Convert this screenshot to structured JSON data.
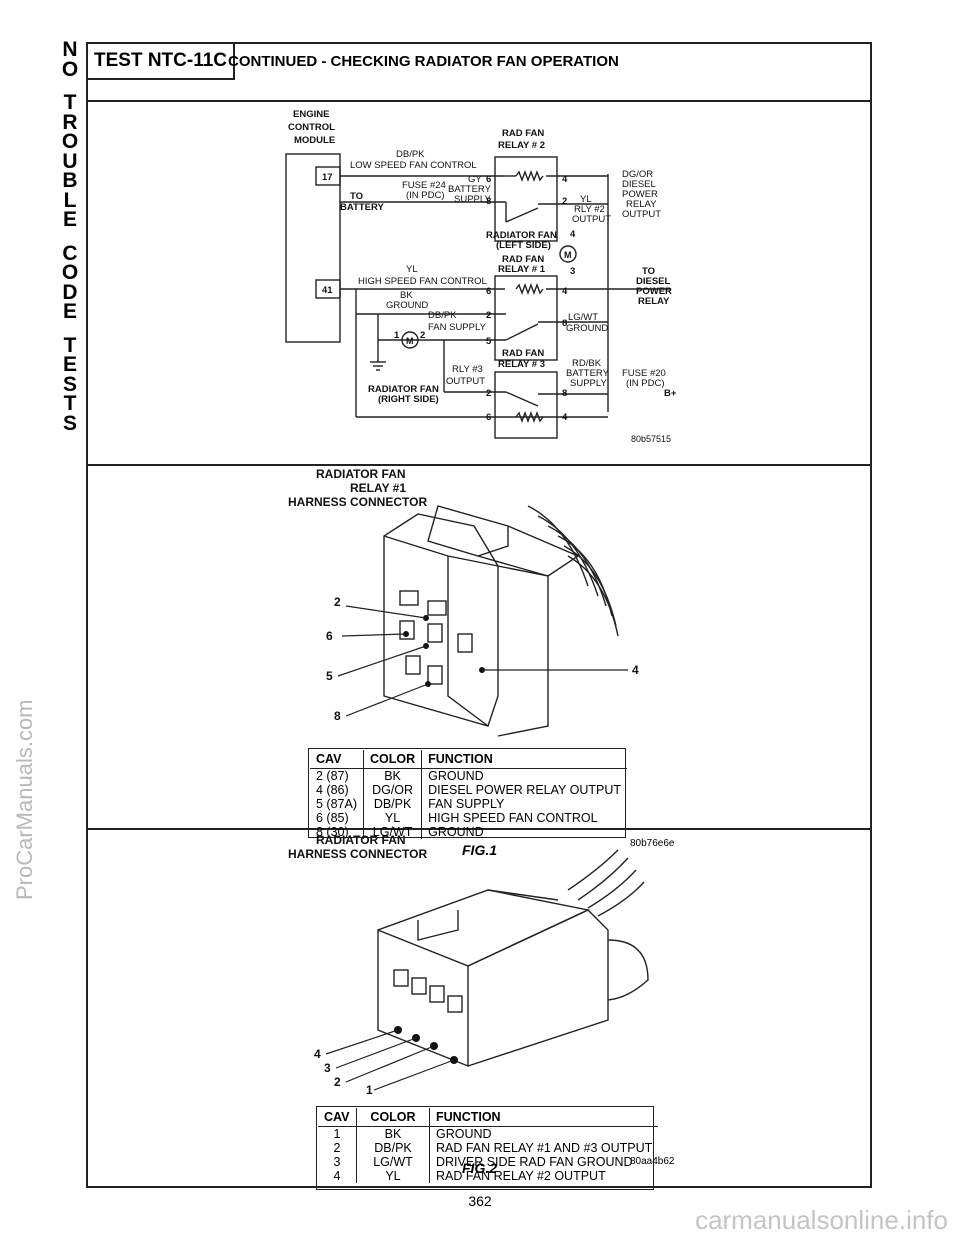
{
  "side_tab": {
    "letters": [
      "N",
      "O",
      "",
      "T",
      "R",
      "O",
      "U",
      "B",
      "L",
      "E",
      "",
      "C",
      "O",
      "D",
      "E",
      "",
      "T",
      "E",
      "S",
      "T",
      "S"
    ]
  },
  "watermarks": {
    "left": "ProCarManuals.com",
    "bottom": "carmanualsonline.info"
  },
  "header": {
    "test_id": "TEST NTC-11C",
    "title": "CONTINUED - CHECKING RADIATOR FAN OPERATION"
  },
  "schematic": {
    "ecm_label": [
      "ENGINE",
      "CONTROL",
      "MODULE"
    ],
    "pin17": "17",
    "pin41": "41",
    "relay2_title": [
      "RAD FAN",
      "RELAY # 2"
    ],
    "relay1_title": [
      "RAD FAN",
      "RELAY # 1"
    ],
    "relay3_title": [
      "RAD FAN",
      "RELAY # 3"
    ],
    "low_speed": [
      "DB/PK",
      "LOW SPEED FAN CONTROL"
    ],
    "high_speed": [
      "YL",
      "HIGH SPEED FAN CONTROL"
    ],
    "fuse24": [
      "FUSE #24",
      "(IN PDC)"
    ],
    "to_battery": [
      "TO",
      "BATTERY"
    ],
    "gy_supply": [
      "GY",
      "BATTERY",
      "SUPPLY"
    ],
    "yl_rly2": [
      "YL",
      "RLY #2",
      "OUTPUT"
    ],
    "dgor": [
      "DG/OR",
      "DIESEL",
      "POWER",
      "RELAY",
      "OUTPUT"
    ],
    "fan_left": [
      "RADIATOR FAN",
      "(LEFT SIDE)"
    ],
    "to_diesel": [
      "TO",
      "DIESEL",
      "POWER",
      "RELAY"
    ],
    "bk_ground": [
      "BK",
      "GROUND"
    ],
    "dbpk_supply": [
      "DB/PK",
      "FAN SUPPLY"
    ],
    "lgwt": [
      "LG/WT",
      "GROUND"
    ],
    "fan_right": [
      "RADIATOR FAN",
      "(RIGHT SIDE)"
    ],
    "rly3_output": [
      "RLY #3",
      "OUTPUT"
    ],
    "rdbk": [
      "RD/BK",
      "BATTERY",
      "SUPPLY"
    ],
    "fuse20": [
      "FUSE #20",
      "(IN PDC)"
    ],
    "bplus": "B+",
    "motor": "M",
    "pins": {
      "p1": "1",
      "p2": "2",
      "p3": "3",
      "p4": "4",
      "p5": "5",
      "p6": "6",
      "p8": "8"
    },
    "code": "80b57515"
  },
  "fig1": {
    "title": [
      "RADIATOR FAN",
      "RELAY #1",
      "HARNESS CONNECTOR"
    ],
    "callouts": {
      "c2": "2",
      "c6": "6",
      "c5": "5",
      "c8": "8",
      "c4": "4"
    },
    "headers": [
      "CAV",
      "COLOR",
      "FUNCTION"
    ],
    "rows": [
      {
        "cav": "2 (87)",
        "color": "BK",
        "function": "GROUND"
      },
      {
        "cav": "4 (86)",
        "color": "DG/OR",
        "function": "DIESEL POWER RELAY OUTPUT"
      },
      {
        "cav": "5 (87A)",
        "color": "DB/PK",
        "function": "FAN SUPPLY"
      },
      {
        "cav": "6 (85)",
        "color": "YL",
        "function": "HIGH SPEED FAN CONTROL"
      },
      {
        "cav": "8 (30)",
        "color": "LG/WT",
        "function": "GROUND"
      }
    ],
    "caption": "FIG.1",
    "code": "80b76e6e"
  },
  "fig2": {
    "title": [
      "RADIATOR FAN",
      "HARNESS CONNECTOR"
    ],
    "callouts": {
      "c4": "4",
      "c3": "3",
      "c2": "2",
      "c1": "1"
    },
    "headers": [
      "CAV",
      "COLOR",
      "FUNCTION"
    ],
    "rows": [
      {
        "cav": "1",
        "color": "BK",
        "function": "GROUND"
      },
      {
        "cav": "2",
        "color": "DB/PK",
        "function": "RAD FAN RELAY #1 AND #3 OUTPUT"
      },
      {
        "cav": "3",
        "color": "LG/WT",
        "function": "DRIVER SIDE RAD FAN GROUND"
      },
      {
        "cav": "4",
        "color": "YL",
        "function": "RAD FAN RELAY #2 OUTPUT"
      }
    ],
    "caption": "FIG.2",
    "code": "80aa4b62"
  },
  "footer": {
    "page_number": "362"
  }
}
